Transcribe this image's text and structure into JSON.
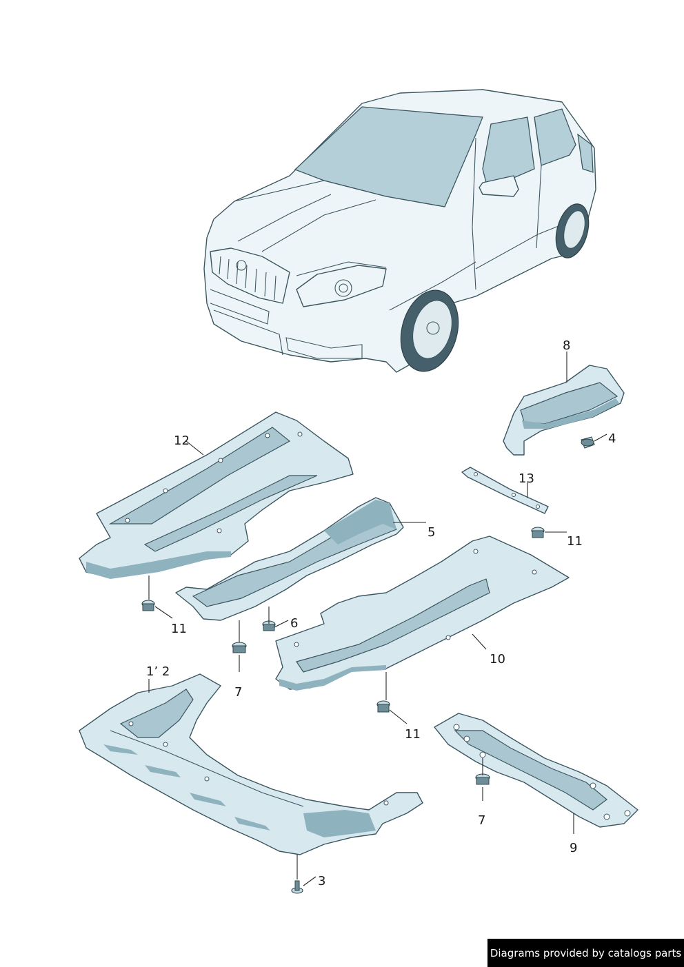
{
  "diagram": {
    "callouts": [
      "8",
      "4",
      "12",
      "13",
      "5",
      "11",
      "11",
      "6",
      "10",
      "7",
      "1’ 2",
      "11",
      "7",
      "9",
      "3"
    ],
    "colors": {
      "part_fill": "#d7e8ee",
      "part_shade": "#8fb2bf",
      "line": "#3b5660"
    }
  },
  "footer": {
    "credit": "Diagrams provided by catalogs parts"
  }
}
